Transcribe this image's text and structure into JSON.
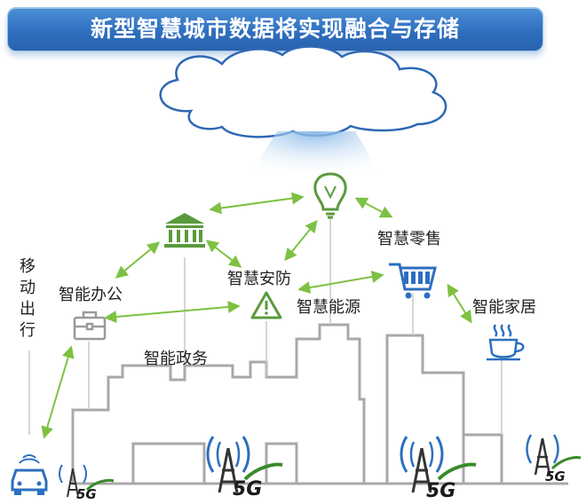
{
  "title": "新型智慧城市数据将实现融合与存储",
  "nodes": {
    "mobility": [
      "移",
      "动",
      "出",
      "行"
    ],
    "office": "智能办公",
    "government": "智能政务",
    "security": "智慧安防",
    "energy": "智慧能源",
    "retail": "智慧零售",
    "home": "智能家居"
  },
  "towers": {
    "t1": "5G",
    "t2": "5G",
    "t3": "5G",
    "t4": "5G"
  },
  "colors": {
    "banner": "#2f6fbf",
    "icon_green": "#5a9a3c",
    "icon_blue": "#2c6fbf",
    "arrow_green": "#7dc142",
    "skyline_gray": "#a8a8a8"
  },
  "icons": [
    "cloud-icon",
    "lightbulb-icon",
    "bank-icon",
    "cart-icon",
    "warning-icon",
    "briefcase-icon",
    "coffee-cup-icon",
    "car-icon",
    "cell-tower-icon"
  ]
}
